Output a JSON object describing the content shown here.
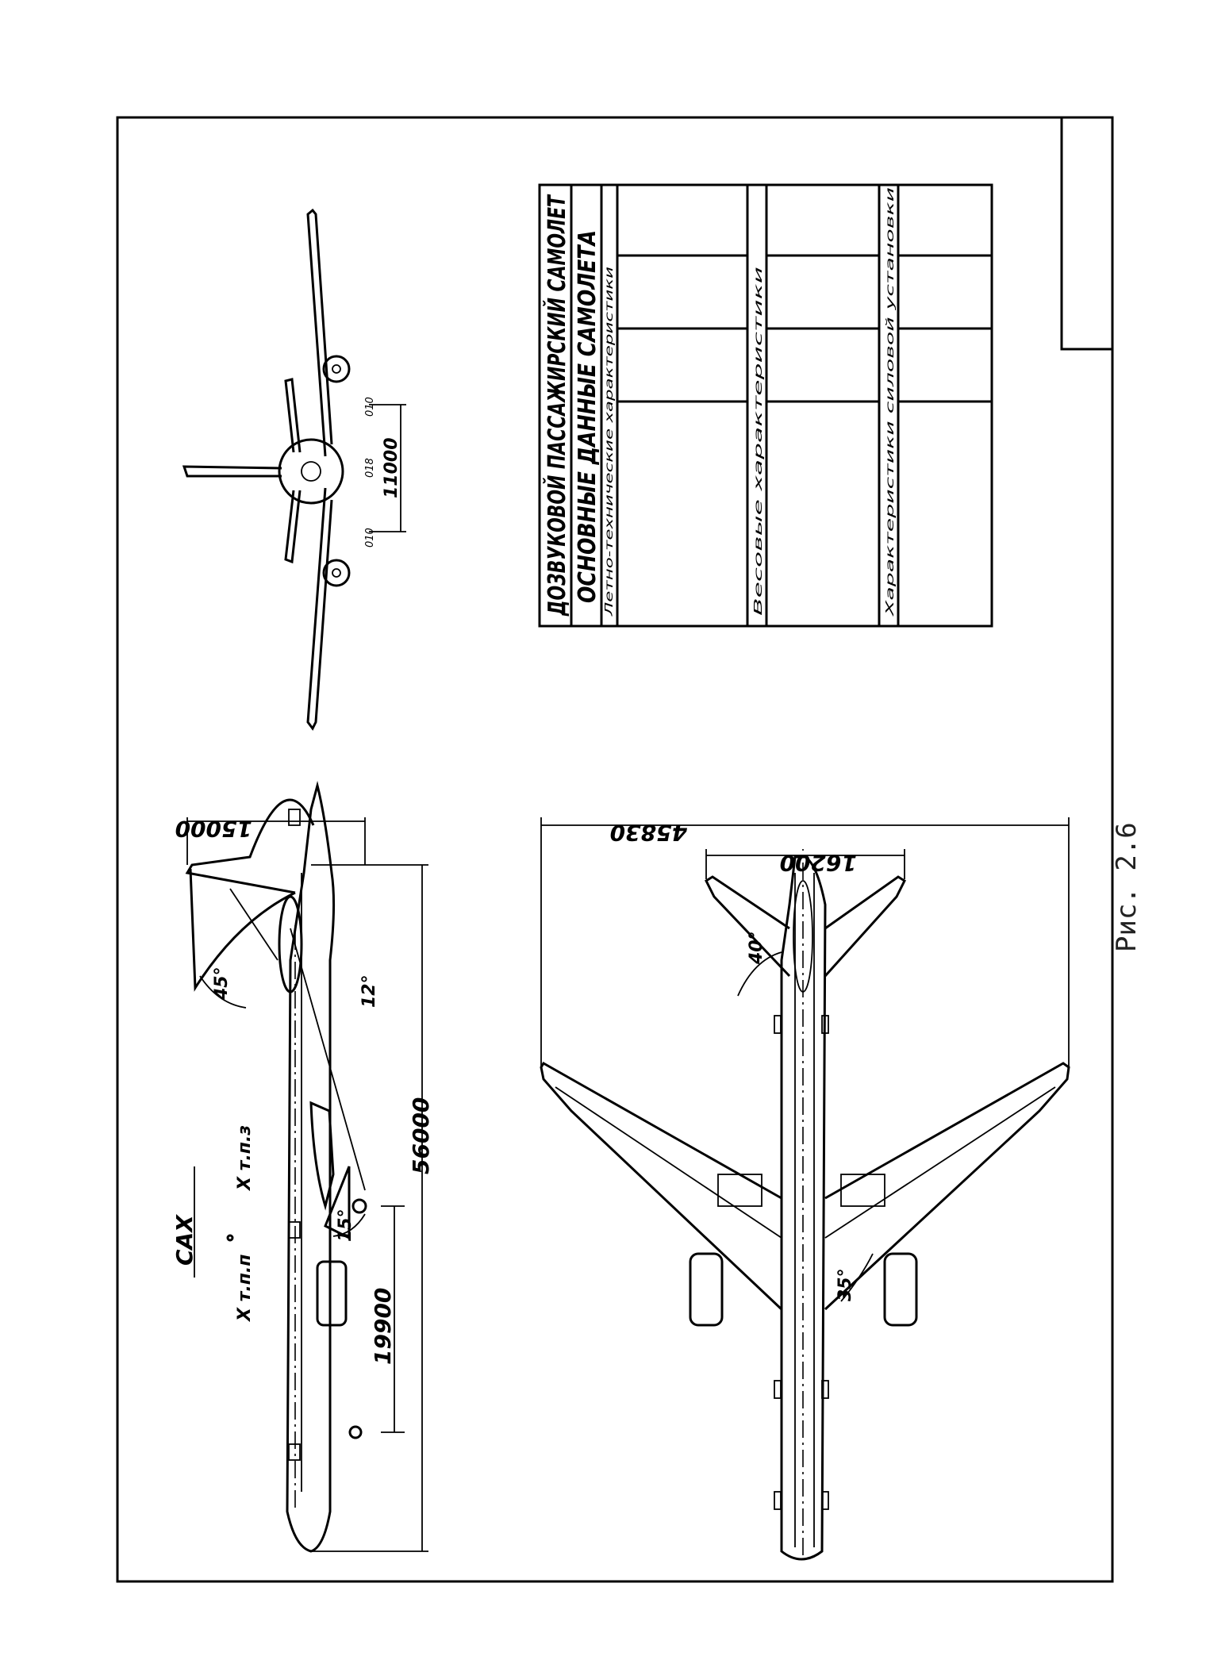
{
  "caption": "Рис. 2.6",
  "dimensions": {
    "height": "15000",
    "length": "56000",
    "mac_offset": "19900",
    "span": "45830",
    "tail_span": "16200",
    "gear_track": "11000"
  },
  "angles": {
    "fin_sweep": "45°",
    "tail_clearance": "12°",
    "wing_sweep": "35°",
    "stab_sweep": "40°",
    "gear_angle": "15°"
  },
  "mac_labels": {
    "cax": "CAX",
    "x_front": "X т.п.п",
    "x_rear": "X т.п.з"
  },
  "gear_labels": {
    "left": "010",
    "center": "018",
    "right": "010"
  },
  "title_block": {
    "title": "ДОЗВУКОВОЙ ПАССАЖИРСКИЙ САМОЛЕТ",
    "subtitle": "ОСНОВНЫЕ ДАННЫЕ САМОЛЕТА",
    "section1": "Летно-технические характеристики",
    "section2": "Весовые характеристики",
    "section3": "Характеристики силовой установки"
  }
}
